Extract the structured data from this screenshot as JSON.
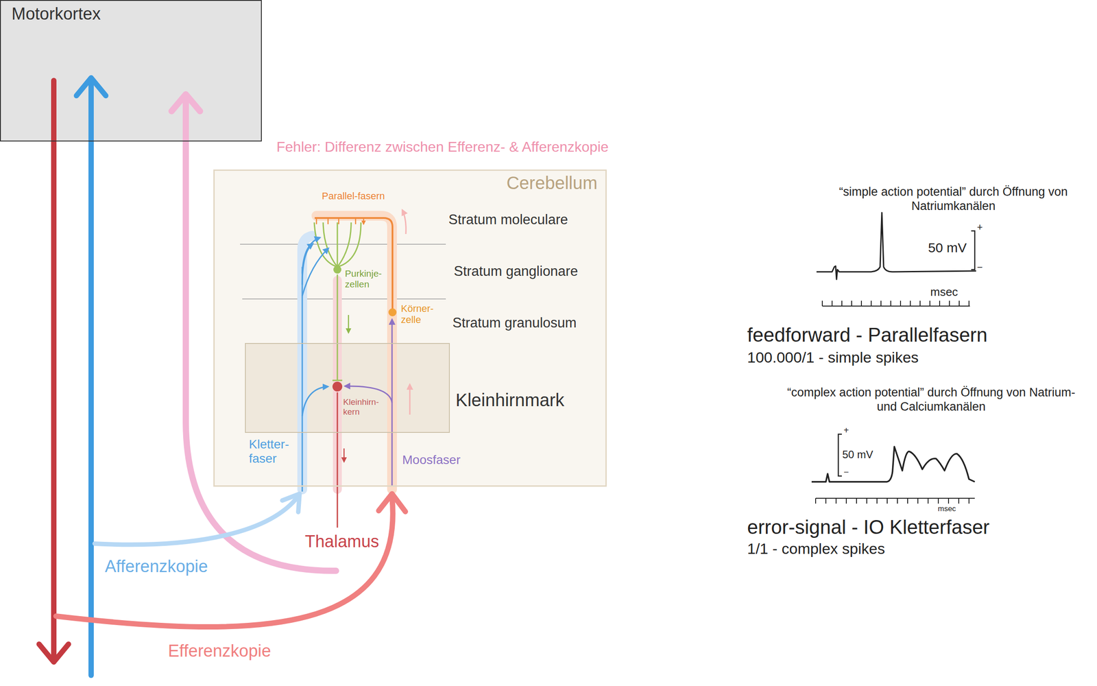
{
  "diagram": {
    "nodes": [
      {
        "text": [
          "Motorkortex"
        ]
      },
      {
        "text": [
          "Cerebellum"
        ]
      },
      {
        "text": [
          "Kleinhirnmark"
        ],
        "in": 1
      },
      {
        "text": [
          "Purkinje- zellen"
        ],
        "in": 1
      },
      {
        "text": [
          "Körner- zelle"
        ],
        "in": 1
      },
      {
        "text": [
          "Kleinhirn- kern"
        ],
        "in": 2
      }
    ],
    "edges": [
      {
        "from": 3,
        "to": 5,
        "arrow": "to"
      }
    ],
    "labels": [
      "Fehler: Differenz zwischen Efferenz- & Afferenzkopie",
      "Parallel-fasern",
      "Stratum moleculare",
      "Stratum ganglionare",
      "Stratum granulosum",
      "Kletter- faser",
      "Moosfaser",
      "Thalamus",
      "Afferenzkopie",
      "Efferenzkopie",
      "“simple action potential” durch Öffnung von Natriumkanälen",
      "+",
      "50 mV",
      "−",
      "msec",
      "feedforward - Parallelfasern",
      "100.000/1 - simple spikes",
      "“complex action potential” durch Öffnung von Natrium- und Calciumkanälen",
      "+",
      "50 mV",
      "−",
      "msec",
      "error-signal - IO Kletterfaser",
      "1/1 - complex spikes"
    ]
  }
}
